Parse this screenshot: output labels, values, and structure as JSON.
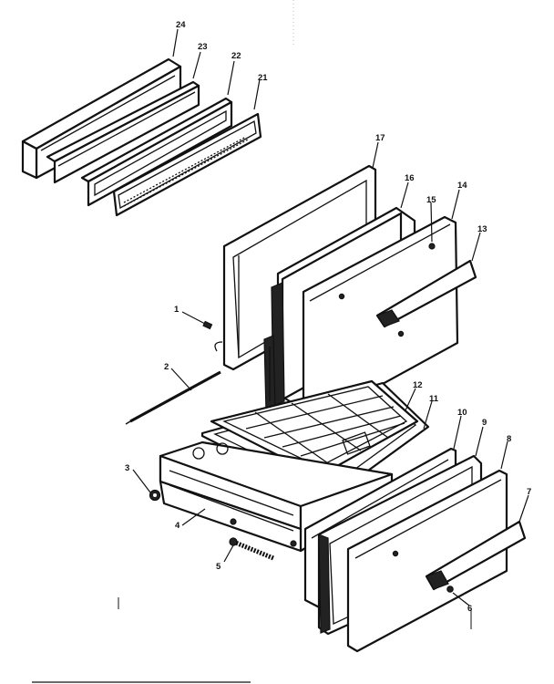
{
  "diagram": {
    "callouts": {
      "c1": "1",
      "c2": "2",
      "c3": "3",
      "c4": "4",
      "c5": "5",
      "c6": "6",
      "c7": "7",
      "c8": "8",
      "c9": "9",
      "c10": "10",
      "c11": "11",
      "c12": "12",
      "c13": "13",
      "c14": "14",
      "c15": "15",
      "c16": "16",
      "c17": "17",
      "c21": "21",
      "c22": "22",
      "c23": "23",
      "c24": "24"
    }
  }
}
